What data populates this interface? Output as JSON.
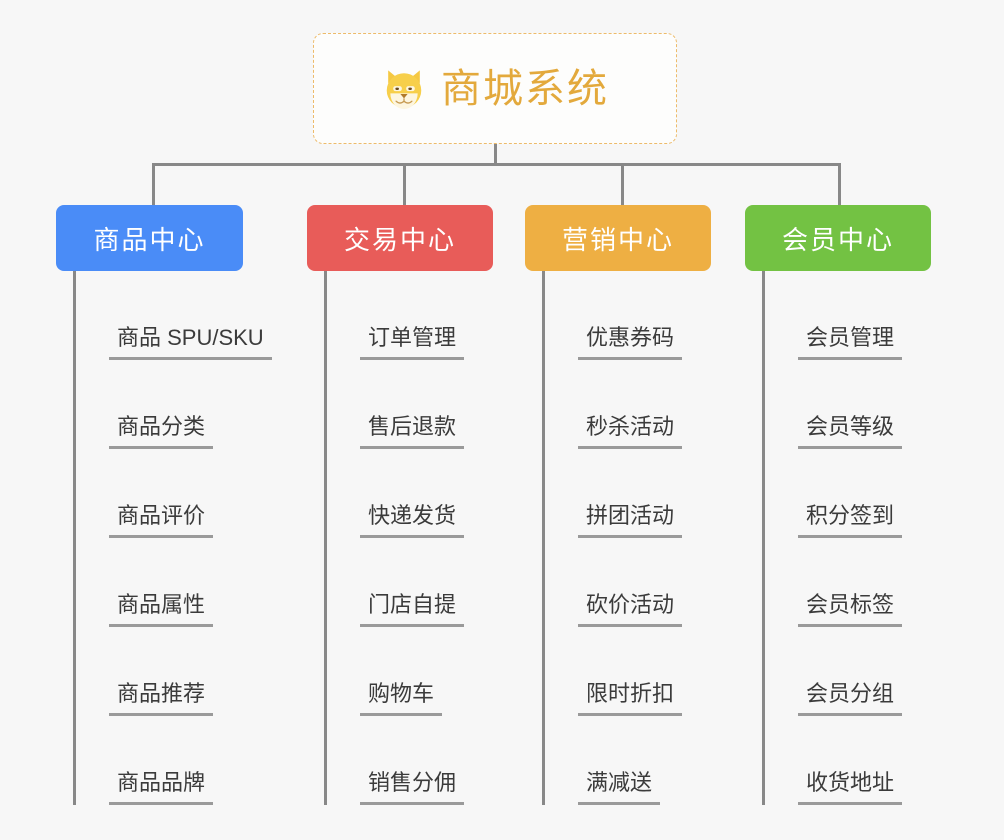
{
  "canvas": {
    "background": "#f7f7f7",
    "line_color": "#888888",
    "leaf_text_color": "#3b3b3b"
  },
  "root": {
    "title": "商城系统",
    "icon": "shiba-dog-face-icon",
    "title_color": "#e3a93c",
    "border_color": "#edbb6a",
    "border_style": "dashed"
  },
  "branches": [
    {
      "id": "product-center",
      "label": "商品中心",
      "color": "#4a8cf7",
      "items": [
        {
          "label": "商品 SPU/SKU"
        },
        {
          "label": "商品分类"
        },
        {
          "label": "商品评价"
        },
        {
          "label": "商品属性"
        },
        {
          "label": "商品推荐"
        },
        {
          "label": "商品品牌"
        }
      ]
    },
    {
      "id": "trade-center",
      "label": "交易中心",
      "color": "#e85c59",
      "items": [
        {
          "label": "订单管理"
        },
        {
          "label": "售后退款"
        },
        {
          "label": "快递发货"
        },
        {
          "label": "门店自提"
        },
        {
          "label": "购物车"
        },
        {
          "label": "销售分佣"
        }
      ]
    },
    {
      "id": "marketing-center",
      "label": "营销中心",
      "color": "#eeaf43",
      "items": [
        {
          "label": "优惠券码"
        },
        {
          "label": "秒杀活动"
        },
        {
          "label": "拼团活动"
        },
        {
          "label": "砍价活动"
        },
        {
          "label": "限时折扣"
        },
        {
          "label": "满减送"
        }
      ]
    },
    {
      "id": "member-center",
      "label": "会员中心",
      "color": "#73c243",
      "items": [
        {
          "label": "会员管理"
        },
        {
          "label": "会员等级"
        },
        {
          "label": "积分签到"
        },
        {
          "label": "会员标签"
        },
        {
          "label": "会员分组"
        },
        {
          "label": "收货地址"
        }
      ]
    }
  ]
}
